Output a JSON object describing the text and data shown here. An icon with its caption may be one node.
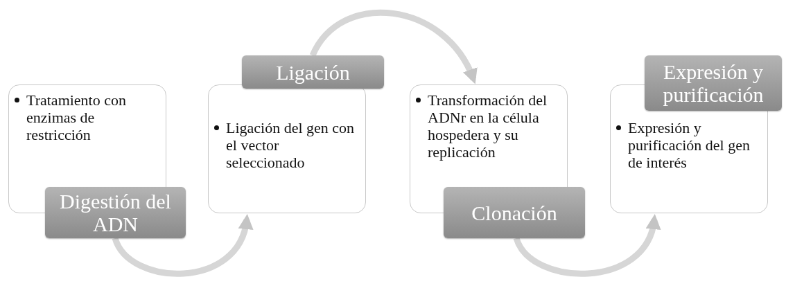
{
  "diagram": {
    "nodes": [
      {
        "text": [
          "Tratamiento con enzimas de restricción",
          "Digestión del ADN"
        ]
      },
      {
        "text": [
          "Ligación",
          "Ligación del gen con el vector seleccionado"
        ]
      },
      {
        "text": [
          "Transformación del ADNr en la célula hospedera y su replicación",
          "Clonación"
        ]
      },
      {
        "text": [
          "Expresión y purificación",
          "Expresión y purificación del gen de interés"
        ]
      }
    ],
    "edges": [
      {
        "from": 0,
        "to": 1,
        "arrow": "to"
      },
      {
        "from": 1,
        "to": 2,
        "arrow": "to"
      },
      {
        "from": 2,
        "to": 3,
        "arrow": "to"
      }
    ]
  }
}
